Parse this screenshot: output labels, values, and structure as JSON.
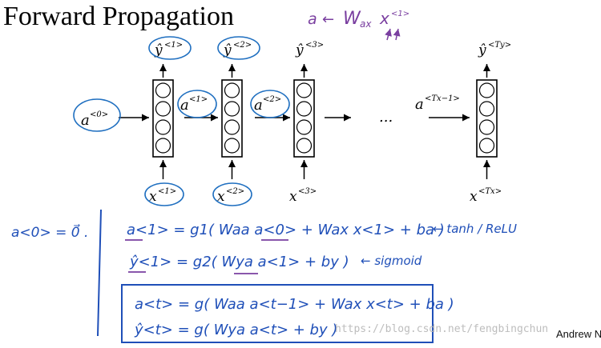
{
  "title": "Forward Propagation",
  "top_note": {
    "lhs": "a",
    "arrow": "←",
    "w": "W",
    "w_sub": "ax",
    "x": "x",
    "x_sup": "<1>"
  },
  "nodes": [
    {
      "y_hat": "ŷ",
      "y_sup": "<1>",
      "x": "x",
      "x_sup": "<1>",
      "in_a": "a",
      "in_sup": "<0>"
    },
    {
      "y_hat": "ŷ",
      "y_sup": "<2>",
      "x": "x",
      "x_sup": "<2>",
      "in_a": "a",
      "in_sup": "<1>"
    },
    {
      "y_hat": "ŷ",
      "y_sup": "<3>",
      "x": "x",
      "x_sup": "<3>",
      "in_a": "a",
      "in_sup": "<2>"
    },
    {
      "y_hat": "ŷ",
      "y_sup": "<Ty>",
      "x": "x",
      "x_sup": "<Tx>",
      "in_a": "a",
      "in_sup": "<Tx−1>"
    }
  ],
  "ellipsis": "...",
  "init": "a<0> = 0⃗ .",
  "eq1": "a<1> = g1( Waa a<0> + Wax x<1> + ba )",
  "eq1_note": "← tanh / ReLU",
  "eq2": "ŷ<1> = g2( Wya a<1> + by )",
  "eq2_note": "← sigmoid",
  "eq3": "a<t> = g( Waa a<t−1> + Wax x<t> + ba )",
  "eq4": "ŷ<t> = g( Wya a<t> + by )",
  "watermark": "https://blog.csdn.net/fengbingchun",
  "author": "Andrew N"
}
